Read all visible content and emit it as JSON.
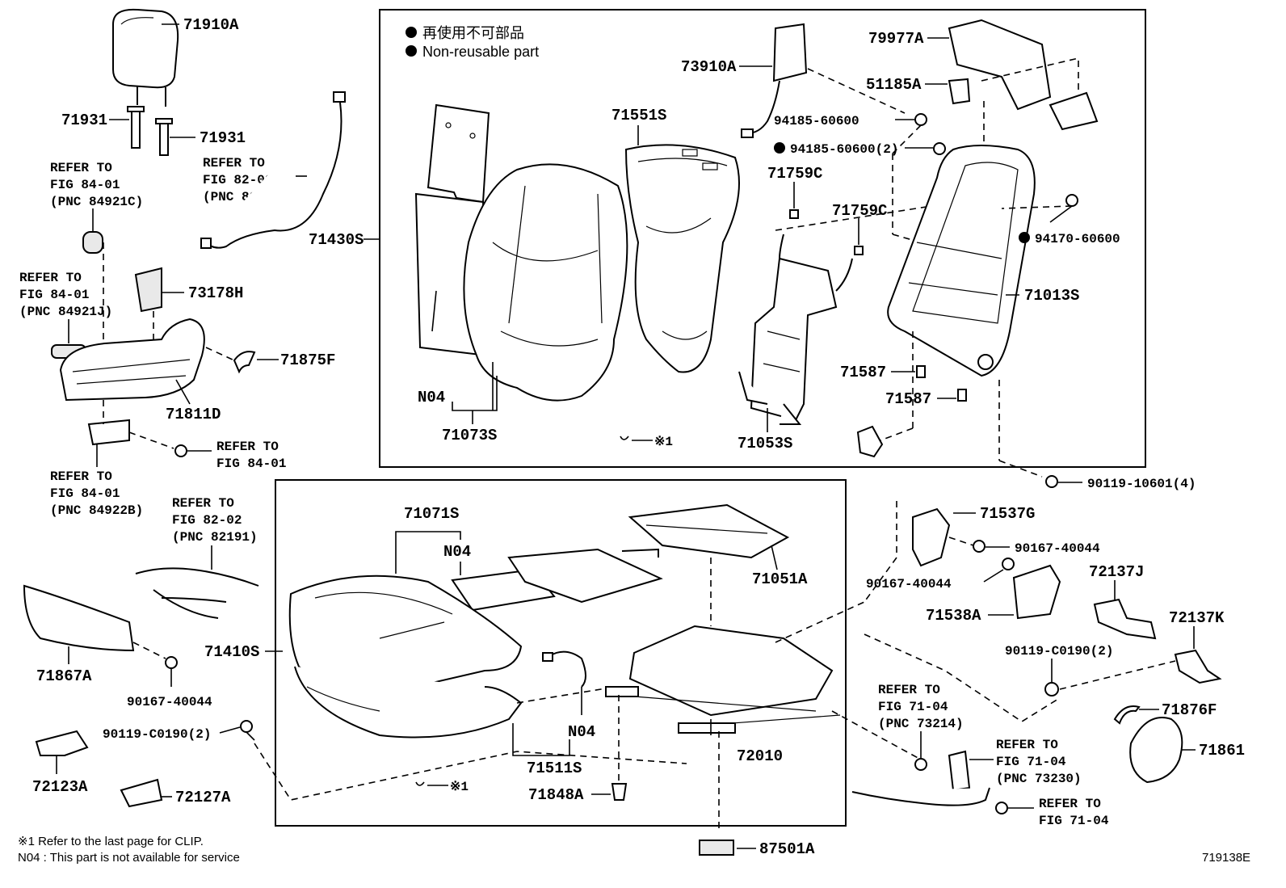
{
  "legend": {
    "jp": "再使用不可部品",
    "en": "Non-reusable part"
  },
  "footnotes": {
    "clip": "※1  Refer to the last page for CLIP.",
    "n04": "N04 : This part is not available for service"
  },
  "figure_id": "719138E",
  "clip_marker": "※1",
  "parts": {
    "p71910A": "71910A",
    "p71931a": "71931",
    "p71931b": "71931",
    "p71430S": "71430S",
    "p73178H": "73178H",
    "p71875F": "71875F",
    "p71811D": "71811D",
    "p73910A": "73910A",
    "p79977A": "79977A",
    "p51185A": "51185A",
    "p94185a": "94185-60600",
    "p94185b": "94185-60600(2)",
    "p94170": "94170-60600",
    "p71551S": "71551S",
    "p71759Ca": "71759C",
    "p71759Cb": "71759C",
    "p71013S": "71013S",
    "p71587a": "71587",
    "p71587b": "71587",
    "p71073S": "71073S",
    "pN04a": "N04",
    "p71053S": "71053S",
    "p90119_10601": "90119-10601(4)",
    "p71071S": "71071S",
    "pN04b": "N04",
    "p71051A": "71051A",
    "p71537G": "71537G",
    "p90167a": "90167-40044",
    "p90167b": "90167-40044",
    "p72137J": "72137J",
    "p71538A": "71538A",
    "p72137K": "72137K",
    "p90119_C0190a": "90119-C0190(2)",
    "p71876F": "71876F",
    "p71861": "71861",
    "p71867A": "71867A",
    "p90167c": "90167-40044",
    "p71410S": "71410S",
    "p90119_C0190b": "90119-C0190(2)",
    "p72123A": "72123A",
    "p72127A": "72127A",
    "p71511S": "71511S",
    "pN04c": "N04",
    "p71848A": "71848A",
    "p72010": "72010",
    "p87501A": "87501A"
  },
  "refs": {
    "r1": [
      "REFER TO",
      "FIG 84-01",
      "(PNC 84921C)"
    ],
    "r2": [
      "REFER TO",
      "FIG 82-02",
      "(PNC 8219A)"
    ],
    "r3": [
      "REFER TO",
      "FIG 84-01",
      "(PNC 84921J)"
    ],
    "r4": [
      "REFER TO",
      "FIG 84-01"
    ],
    "r5": [
      "REFER TO",
      "FIG 84-01",
      "(PNC 84922B)"
    ],
    "r6": [
      "REFER TO",
      "FIG 82-02",
      "(PNC 82191)"
    ],
    "r7": [
      "REFER TO",
      "FIG 71-04",
      "(PNC 73214)"
    ],
    "r8": [
      "REFER TO",
      "FIG 71-04",
      "(PNC 73230)"
    ],
    "r9": [
      "REFER TO",
      "FIG 71-04"
    ]
  }
}
